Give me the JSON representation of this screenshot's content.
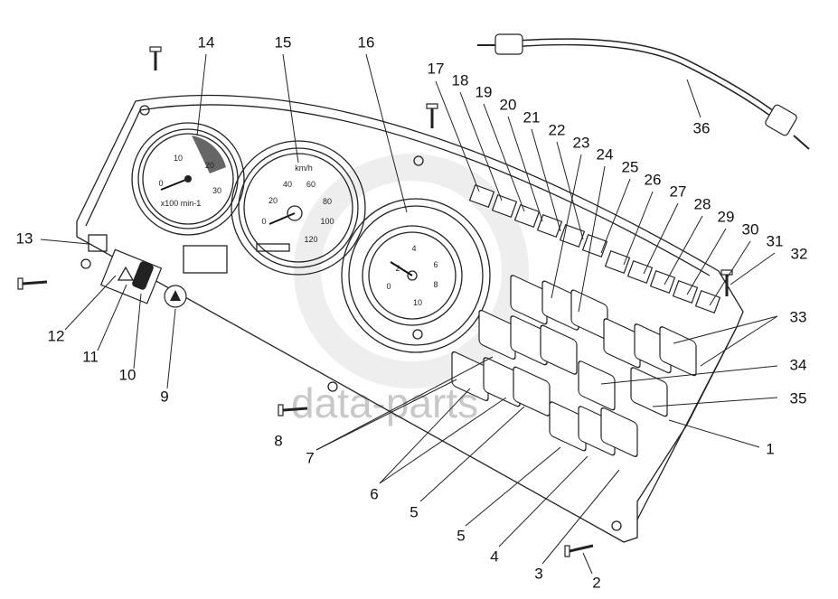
{
  "watermark": "data-parts",
  "gauges": {
    "tacho": {
      "ticks": [
        "0",
        "10",
        "20",
        "30"
      ],
      "unit": "x100 min-1"
    },
    "speedo": {
      "ticks": [
        "0",
        "20",
        "40",
        "60",
        "80",
        "100",
        "120"
      ],
      "unit": "km/h"
    },
    "pressure": {
      "ticks": [
        "0",
        "2",
        "4",
        "6",
        "8",
        "10"
      ]
    }
  },
  "labels": {
    "l1": "1",
    "l2": "2",
    "l3": "3",
    "l4": "4",
    "l5a": "5",
    "l5b": "5",
    "l6": "6",
    "l7": "7",
    "l8": "8",
    "l9": "9",
    "l10": "10",
    "l11": "11",
    "l12": "12",
    "l13": "13",
    "l14": "14",
    "l15": "15",
    "l16": "16",
    "l17": "17",
    "l18": "18",
    "l19": "19",
    "l20": "20",
    "l21": "21",
    "l22": "22",
    "l23": "23",
    "l24": "24",
    "l25": "25",
    "l26": "26",
    "l27": "27",
    "l28": "28",
    "l29": "29",
    "l30": "30",
    "l31": "31",
    "l32": "32",
    "l33": "33",
    "l34": "34",
    "l35": "35",
    "l36": "36"
  }
}
